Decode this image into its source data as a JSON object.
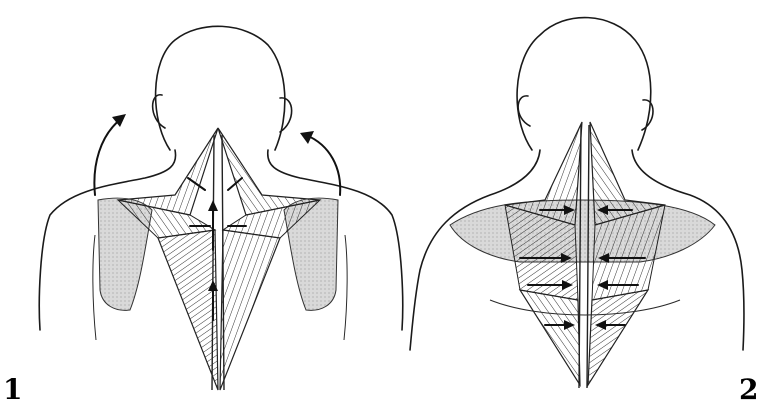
{
  "figures": [
    {
      "id": "1",
      "label": "1"
    },
    {
      "id": "2",
      "label": "2"
    }
  ]
}
